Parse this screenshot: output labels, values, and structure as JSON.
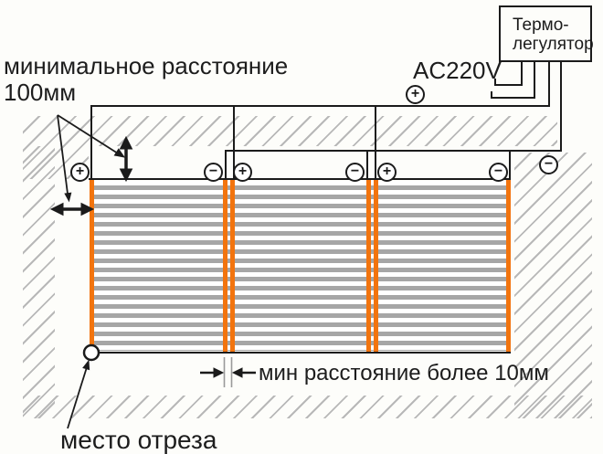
{
  "diagram": {
    "title_annotation": {
      "line1": "минимальное расстояние",
      "line2": "100мм"
    },
    "power_label": "AC220V",
    "thermostat": {
      "line1": "Термо-",
      "line2": "легулятор"
    },
    "gap_annotation": "мин расстояние более 10мм",
    "cut_annotation": "место отреза"
  },
  "terminals": [
    {
      "id": "film1-plus",
      "glyph": "+"
    },
    {
      "id": "film1-minus",
      "glyph": "−"
    },
    {
      "id": "film2-plus",
      "glyph": "+"
    },
    {
      "id": "film2-minus",
      "glyph": "−"
    },
    {
      "id": "film3-plus",
      "glyph": "+"
    },
    {
      "id": "film3-minus",
      "glyph": "−"
    },
    {
      "id": "ac-plus",
      "glyph": "+"
    },
    {
      "id": "supply-minus",
      "glyph": "−"
    }
  ],
  "colors": {
    "bus_bar_orange": "#f2740e",
    "heating_stripe_gray": "#a6a6a6",
    "hatch_gray": "#b8b8b8",
    "line_ink": "#1b1b1b"
  }
}
